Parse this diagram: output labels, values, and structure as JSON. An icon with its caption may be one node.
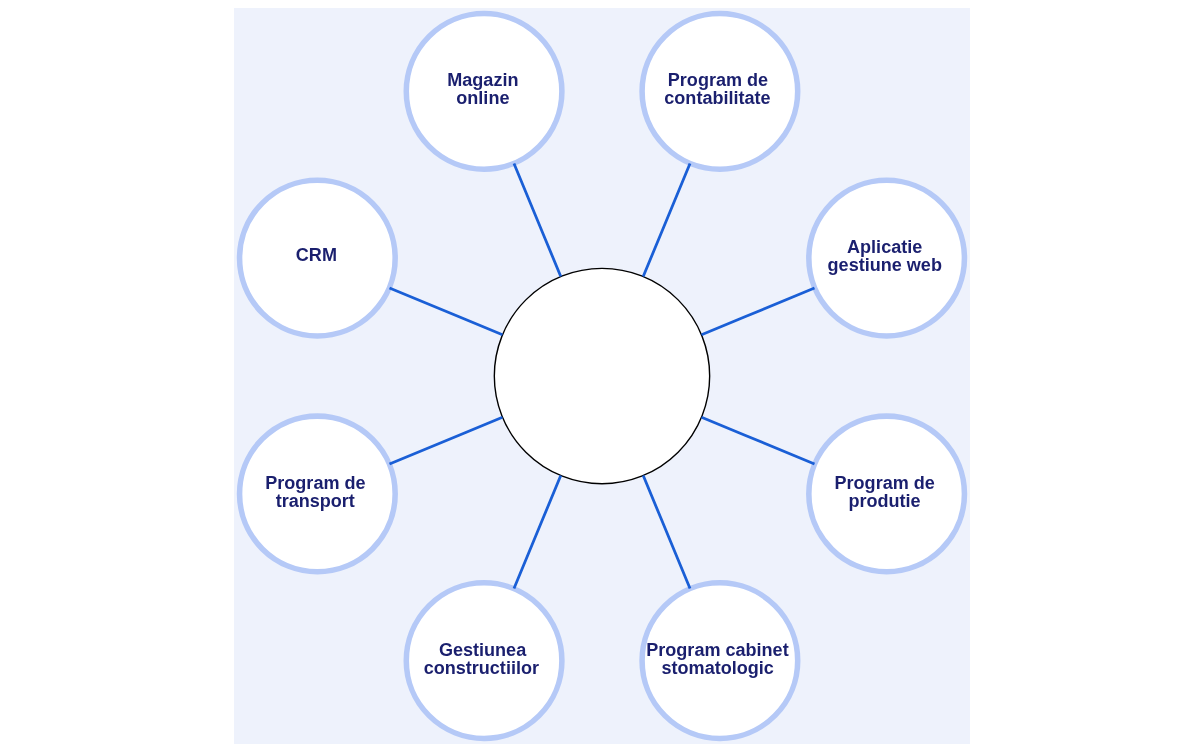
{
  "diagram": {
    "nodes": [
      {
        "text": [
          "Program de contabilitate"
        ]
      },
      {
        "text": [
          "Magazin online"
        ]
      },
      {
        "text": [
          "Aplicatie gestiune web"
        ]
      },
      {
        "text": [
          "CRM"
        ]
      },
      {
        "text": [],
        "shape": "circle"
      },
      {
        "text": [
          "Program de produtie"
        ]
      },
      {
        "text": [
          "Program de transport"
        ]
      },
      {
        "text": [
          "Program cabinet stomatologic"
        ]
      },
      {
        "text": [
          "Gestiunea constructiilor"
        ]
      }
    ],
    "edges": [
      {
        "from": 4,
        "to": 0,
        "arrow": "none"
      },
      {
        "from": 4,
        "to": 2,
        "arrow": "none"
      },
      {
        "from": 4,
        "to": 5,
        "arrow": "none"
      },
      {
        "from": 4,
        "to": 7,
        "arrow": "none"
      },
      {
        "from": 4,
        "to": 8,
        "arrow": "none"
      },
      {
        "from": 4,
        "to": 6,
        "arrow": "none"
      },
      {
        "from": 4,
        "to": 3,
        "arrow": "none"
      },
      {
        "from": 4,
        "to": 1,
        "arrow": "none"
      }
    ]
  }
}
